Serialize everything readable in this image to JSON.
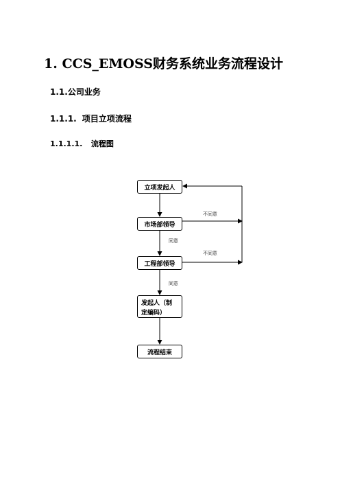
{
  "document": {
    "heading1": "1. CCS_EMOSS财务系统业务流程设计",
    "heading2": "1.1.公司业务",
    "heading3": {
      "number": "1.1.1.",
      "title": "项目立项流程"
    },
    "heading4": {
      "number": "1.1.1.1.",
      "title": "流程图"
    }
  },
  "flowchart": {
    "nodes": {
      "start": "立项发起人",
      "market": "市场部领导",
      "engineering": "工程部领导",
      "creator_line1": "发起人（制",
      "creator_line2": "定编码）",
      "end": "流程结束"
    },
    "labels": {
      "disagree_1": "不同意",
      "agree_1": "同意",
      "disagree_2": "不同意",
      "agree_2": "同意"
    }
  }
}
